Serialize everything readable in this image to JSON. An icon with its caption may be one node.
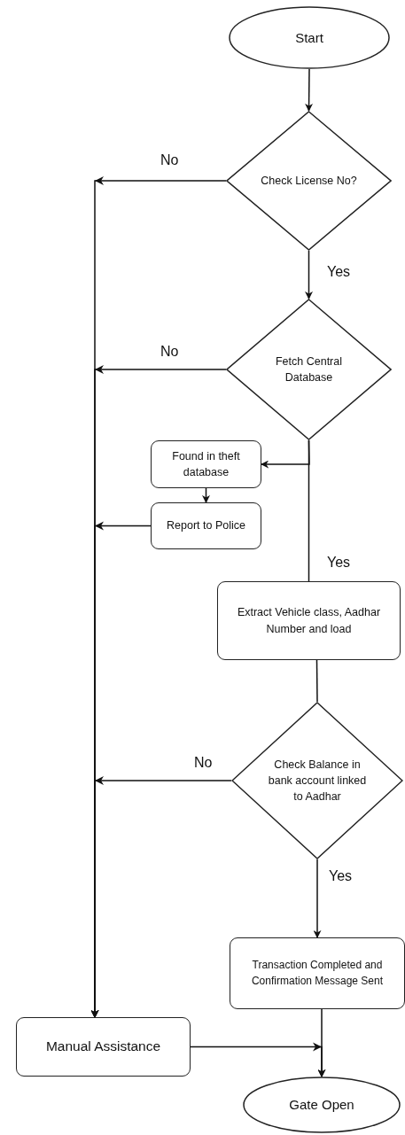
{
  "diagram": {
    "nodes": [
      {
        "text": [
          "Start"
        ]
      },
      {
        "text": [
          "Check License No?"
        ]
      },
      {
        "text": [
          "Fetch Central Database"
        ]
      },
      {
        "text": [
          "Found in theft database"
        ]
      },
      {
        "text": [
          "Report to Police"
        ]
      },
      {
        "text": [
          "Extract Vehicle class, Aadhar Number and load"
        ]
      },
      {
        "text": [
          "Check Balance in bank account linked to Aadhar"
        ]
      },
      {
        "text": [
          "Transaction Completed and Confirmation Message Sent"
        ]
      },
      {
        "text": [
          "Manual Assistance"
        ]
      },
      {
        "text": [
          "Gate Open"
        ]
      }
    ],
    "edges": [
      {
        "from": 0,
        "to": 1,
        "arrow": "to"
      },
      {
        "from": 1,
        "to": 8,
        "label": "No",
        "arrow": "to"
      },
      {
        "from": 1,
        "to": 2,
        "label": "Yes",
        "arrow": "to"
      },
      {
        "from": 2,
        "to": 8,
        "label": "No",
        "arrow": "to"
      },
      {
        "from": 2,
        "to": 3,
        "arrow": "to"
      },
      {
        "from": 2,
        "to": 5,
        "label": "Yes",
        "arrow": "none"
      },
      {
        "from": 3,
        "to": 4,
        "arrow": "to"
      },
      {
        "from": 4,
        "to": 8,
        "arrow": "to"
      },
      {
        "from": 5,
        "to": 6,
        "arrow": "none"
      },
      {
        "from": 6,
        "to": 8,
        "label": "No",
        "arrow": "to"
      },
      {
        "from": 6,
        "to": 7,
        "label": "Yes",
        "arrow": "to"
      },
      {
        "from": 7,
        "to": 9,
        "arrow": "to"
      },
      {
        "from": 8,
        "to": 9,
        "arrow": "to"
      }
    ]
  }
}
